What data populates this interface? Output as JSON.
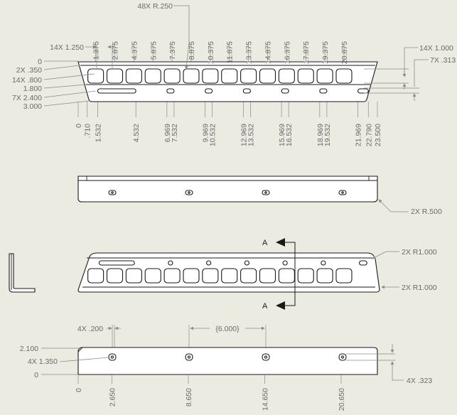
{
  "top_view": {
    "x_dims": [
      "0",
      ".710",
      "1.532",
      "4.532",
      "6.969",
      "7.532",
      "9.969",
      "10.532",
      "12.969",
      "13.532",
      "15.969",
      "16.532",
      "18.969",
      "19.532",
      "21.969",
      "22.790",
      "23.500"
    ],
    "top_x_dims": [
      "1.375",
      "2.875",
      "4.375",
      "5.875",
      "7.375",
      "8.875",
      "10.375",
      "11.875",
      "13.375",
      "14.875",
      "16.375",
      "17.875",
      "19.375",
      "20.875"
    ],
    "y_dims": [
      "0",
      "2X .350",
      "14X .800",
      "1.800",
      "7X 2.400",
      "3.000"
    ],
    "radius_note": "48X R.250",
    "width_note": "14X 1.250",
    "right_notes": [
      "14X 1.000",
      "7X .313"
    ]
  },
  "side_view": {
    "radius_note": "2X R.500"
  },
  "iso_view": {
    "radius_notes": [
      "2X R1.000",
      "2X R1.000"
    ],
    "section_label": "A"
  },
  "front_view": {
    "x_dims": [
      "0",
      "2.650",
      "8.650",
      "14.650",
      "20.650"
    ],
    "y_dims": [
      "2.100",
      "4X 1.350",
      "0"
    ],
    "hole_note": "4X .200",
    "spacing_note": "6.000",
    "right_note": "4X .323"
  }
}
